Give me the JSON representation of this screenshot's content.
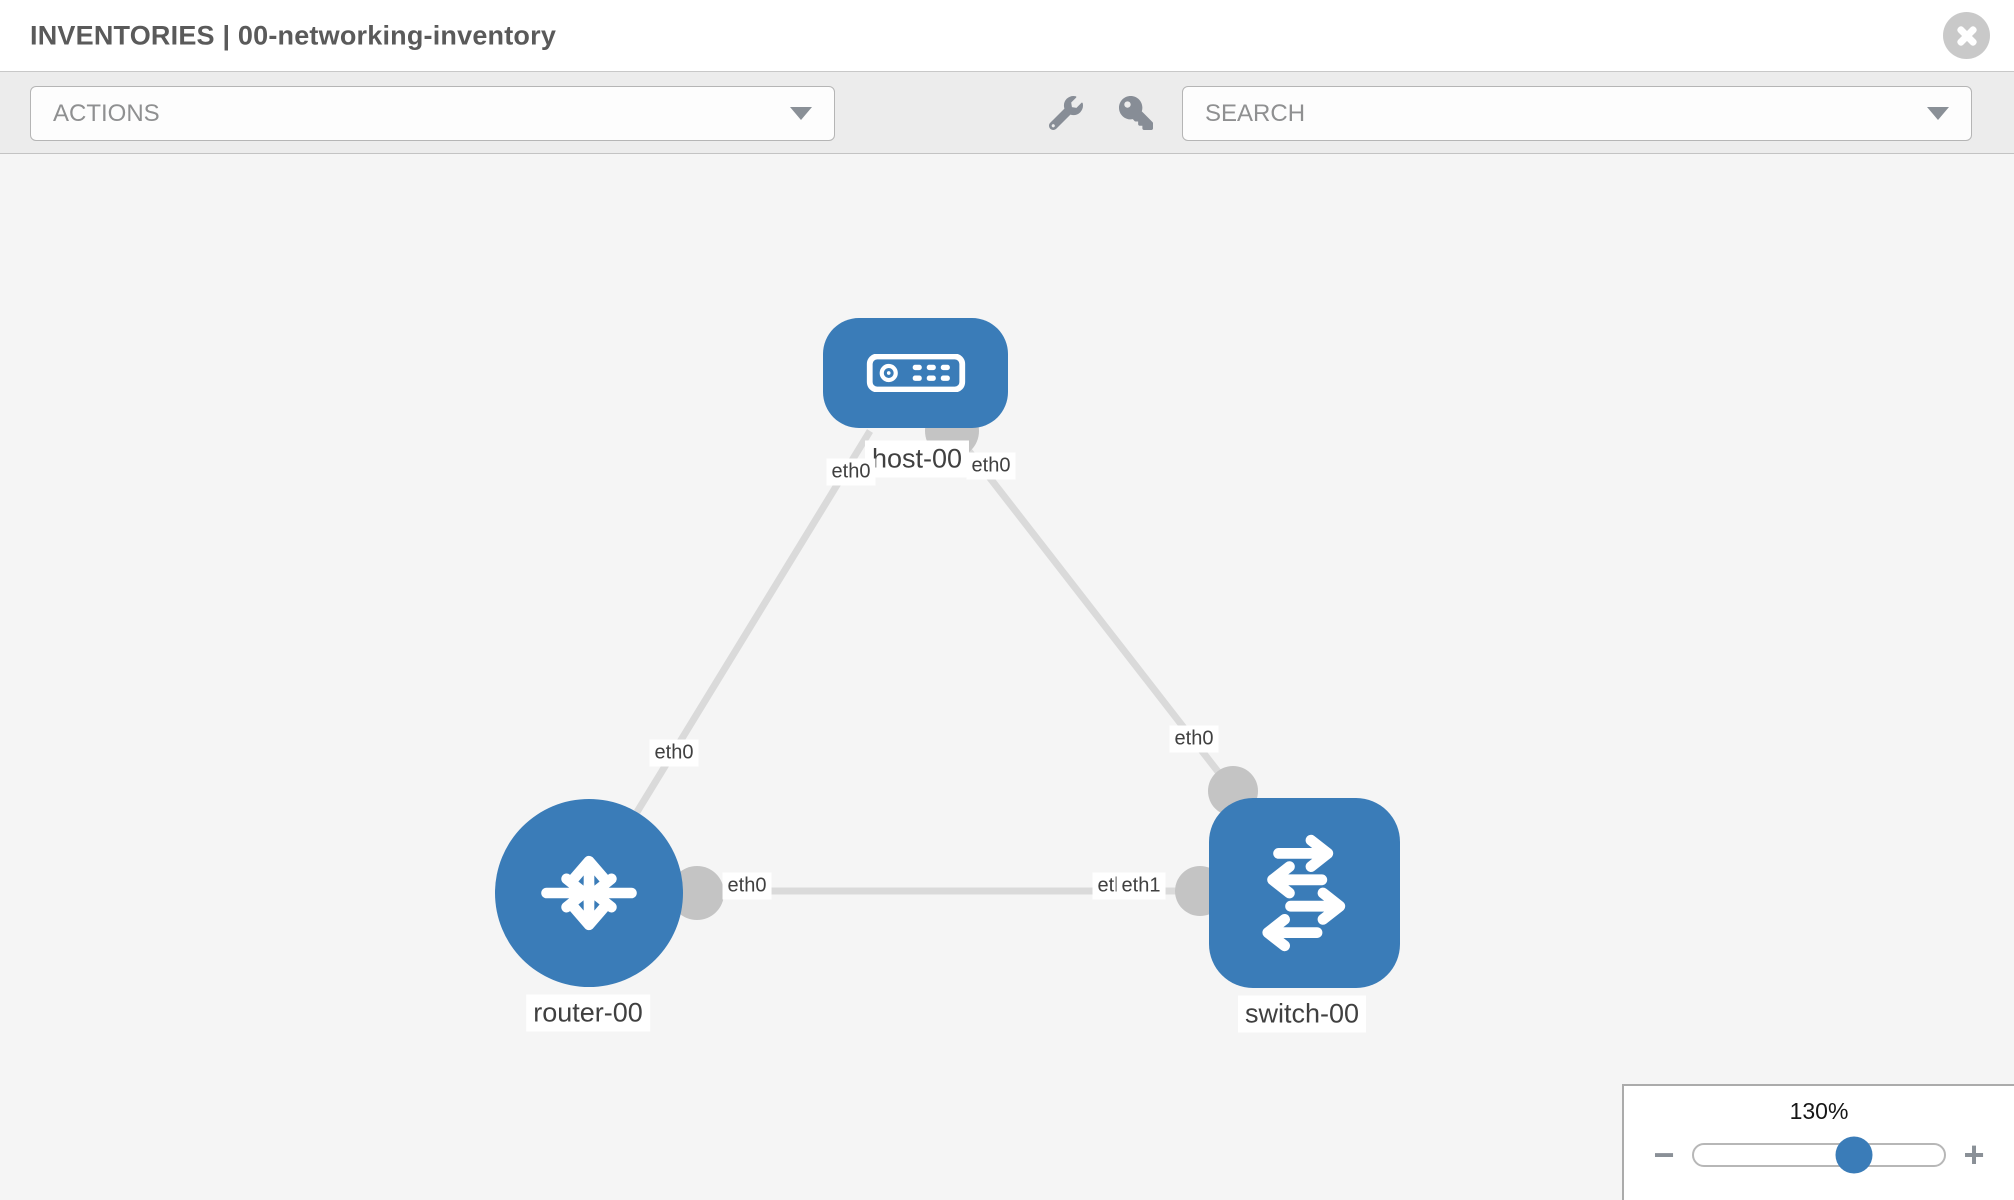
{
  "header": {
    "title": "INVENTORIES | 00-networking-inventory"
  },
  "toolbar": {
    "actions_label": "ACTIONS",
    "search_label": "SEARCH"
  },
  "icons": {
    "header": [
      "close-icon"
    ],
    "toolbar": [
      "wrench-icon",
      "key-icon",
      "chevron-down-icon"
    ],
    "nodes": [
      "host-icon",
      "router-icon",
      "switch-icon"
    ]
  },
  "colors": {
    "node_blue": "#3a7cb8",
    "link_gray": "#dadada",
    "port_gray": "#c4c4c4",
    "canvas_bg": "#f5f5f5",
    "toolbar_bg": "#ececec"
  },
  "diagram": {
    "nodes": [
      {
        "label": "host-00",
        "type": "host"
      },
      {
        "label": "router-00",
        "type": "router"
      },
      {
        "label": "switch-00",
        "type": "switch"
      }
    ],
    "links": [
      {
        "from": "host-00",
        "from_if": "eth0",
        "to": "router-00",
        "to_if": "eth0"
      },
      {
        "from": "host-00",
        "from_if": "eth0",
        "to": "switch-00",
        "to_if": "eth0"
      },
      {
        "from": "router-00",
        "from_if": "eth0",
        "to": "switch-00",
        "to_if": "eth1"
      }
    ],
    "interface_labels": [
      {
        "text": "eth0",
        "near": "host-00-left"
      },
      {
        "text": "eth0",
        "near": "host-00-right"
      },
      {
        "text": "eth0",
        "near": "router-00-top"
      },
      {
        "text": "eth0",
        "near": "switch-00-top"
      },
      {
        "text": "eth0",
        "near": "router-00-right"
      },
      {
        "text": "eth0",
        "near": "switch-00-left-under"
      },
      {
        "text": "eth1",
        "near": "switch-00-left-over"
      }
    ]
  },
  "zoom_panel": {
    "percent": "130%",
    "minus_label": "−",
    "plus_label": "+"
  }
}
